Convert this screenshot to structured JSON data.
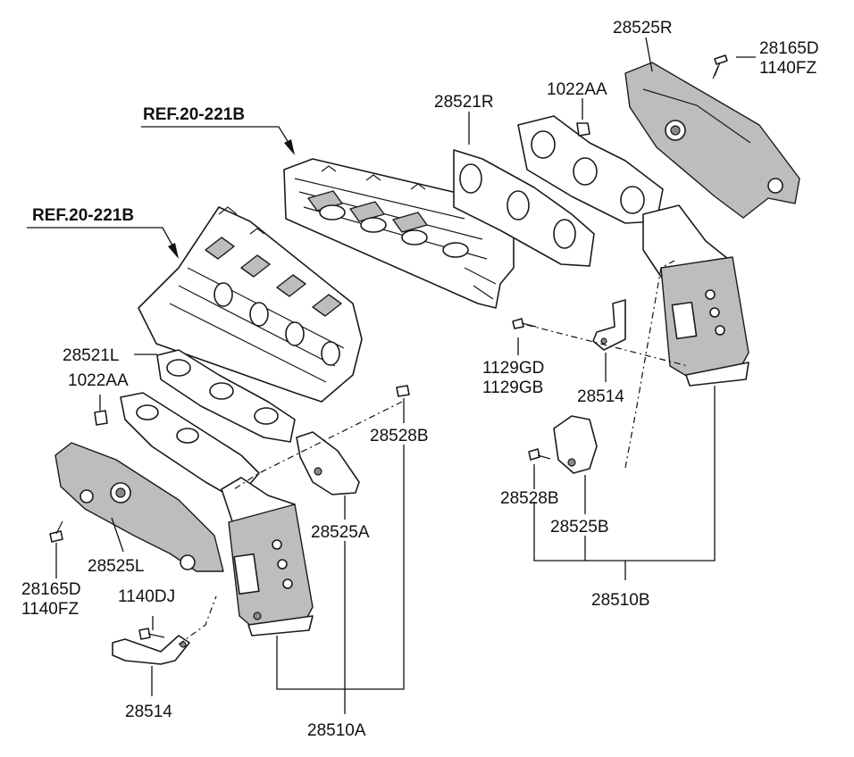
{
  "labels": {
    "ref_upper": "REF.20-221B",
    "ref_lower": "REF.20-221B",
    "p28525R": "28525R",
    "p28165D_r": "28165D",
    "p1140FZ_r": "1140FZ",
    "p1022AA_r": "1022AA",
    "p28521R": "28521R",
    "p28521L": "28521L",
    "p1022AA_l": "1022AA",
    "p1129GD": "1129GD",
    "p1129GB": "1129GB",
    "p28514_r": "28514",
    "p28528B_l": "28528B",
    "p28528B_r": "28528B",
    "p28525A": "28525A",
    "p28525B": "28525B",
    "p28525L": "28525L",
    "p28165D_l": "28165D",
    "p1140FZ_l": "1140FZ",
    "p1140DJ": "1140DJ",
    "p28510B": "28510B",
    "p28514_l": "28514",
    "p28510A": "28510A"
  }
}
